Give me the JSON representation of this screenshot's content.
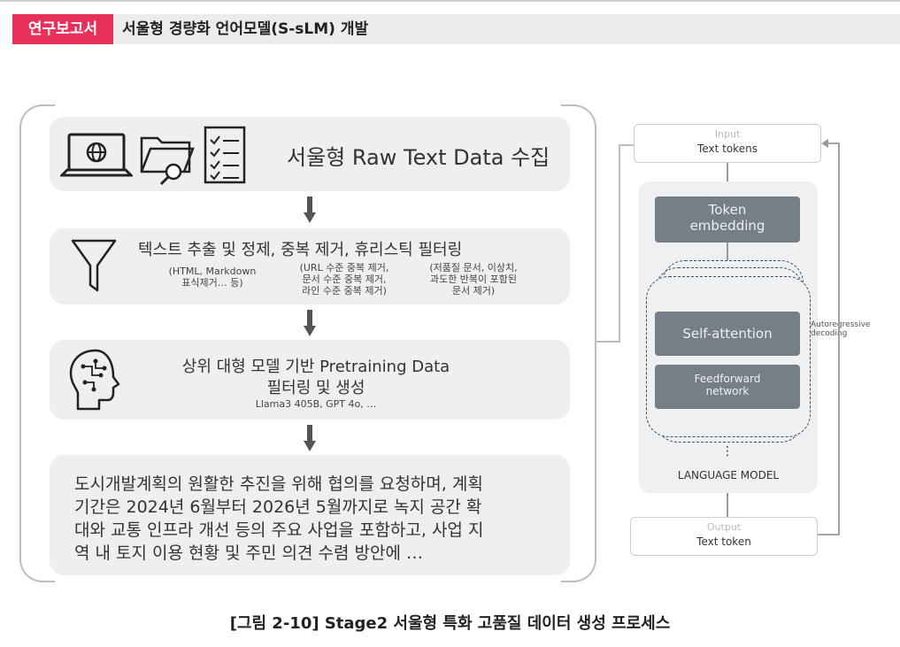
{
  "header": {
    "tag": "연구보고서",
    "title": "서울형 경량화 언어모델(S-sLM) 개발"
  },
  "steps": {
    "step1": {
      "title": "서울형 Raw Text Data 수집"
    },
    "step2": {
      "title": "텍스트 추출 및 정제, 중복 제거, 휴리스틱 필터링",
      "note1": [
        "(HTML, Markdown",
        "표식제거… 등)"
      ],
      "note2": [
        "(URL 수준 중복 제거,",
        "문서 수준 중복 제거,",
        "라인 수준 중복 제거)"
      ],
      "note3": [
        "(저품질 문서, 이상치,",
        "과도한 반복이 포함된",
        "문서 제거)"
      ]
    },
    "step3": {
      "title_line1": "상위 대형 모델 기반 Pretraining Data",
      "title_line2": "필터링 및 생성",
      "models": "Llama3 405B,  GPT 4o, …"
    },
    "step4": {
      "lines": [
        "도시개발계획의 원활한 추진을 위해 협의를 요청하며, 계획",
        "기간은 2024년 6월부터 2026년 5월까지로 녹지 공간 확",
        "대와 교통 인프라 개선 등의 주요 사업을 포함하고, 사업 지",
        "역 내 토지 이용 현황 및 주민 의견 수렴 방안에 …"
      ]
    }
  },
  "diagram": {
    "input_label": "Input",
    "input_text": "Text tokens",
    "token_embedding": [
      "Token",
      "embedding"
    ],
    "self_attention": "Self-attention",
    "feedforward": [
      "Feedforward",
      "network"
    ],
    "autoregressive": [
      "Autoregressive",
      "decoding"
    ],
    "ellipsis": "⋮",
    "model_label": "LANGUAGE MODEL",
    "output_label": "Output",
    "output_text": "Text token"
  },
  "caption": "[그림 2-10] Stage2 서울형 특화 고품질 데이터 생성 프로세스",
  "icons": [
    "laptop-globe-icon",
    "folder-search-icon",
    "checklist-icon",
    "funnel-icon",
    "head-circuit-icon",
    "down-arrow-icon"
  ]
}
